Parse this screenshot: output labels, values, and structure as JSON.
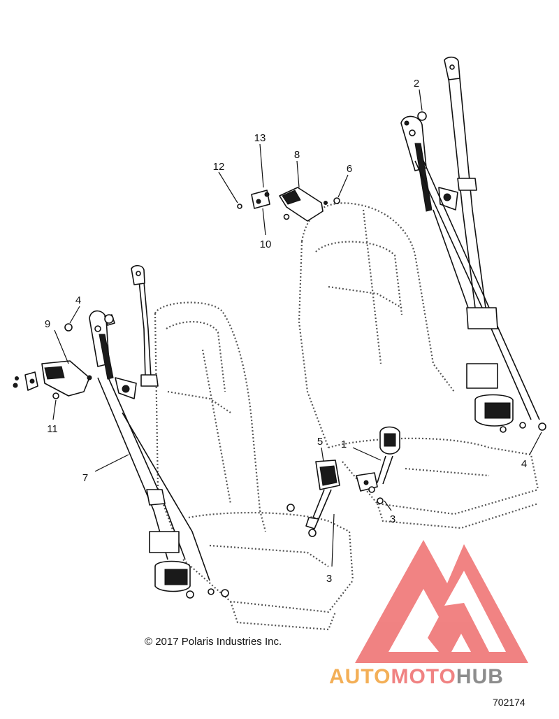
{
  "callouts": {
    "c1": "1",
    "c2": "2",
    "c3a": "3",
    "c3b": "3",
    "c4a": "4",
    "c4b": "4",
    "c5": "5",
    "c6": "6",
    "c7": "7",
    "c8": "8",
    "c9": "9",
    "c10": "10",
    "c11": "11",
    "c12": "12",
    "c13": "13"
  },
  "copyright": "© 2017 Polaris Industries Inc.",
  "diagram_id": "702174",
  "watermark": {
    "word_part1": "AUTO",
    "word_part2": "MOTO",
    "word_part3": "HUB",
    "color_orange": "#f2a23a",
    "color_red": "#ee6d6d",
    "color_gray": "#7a7a7a"
  }
}
